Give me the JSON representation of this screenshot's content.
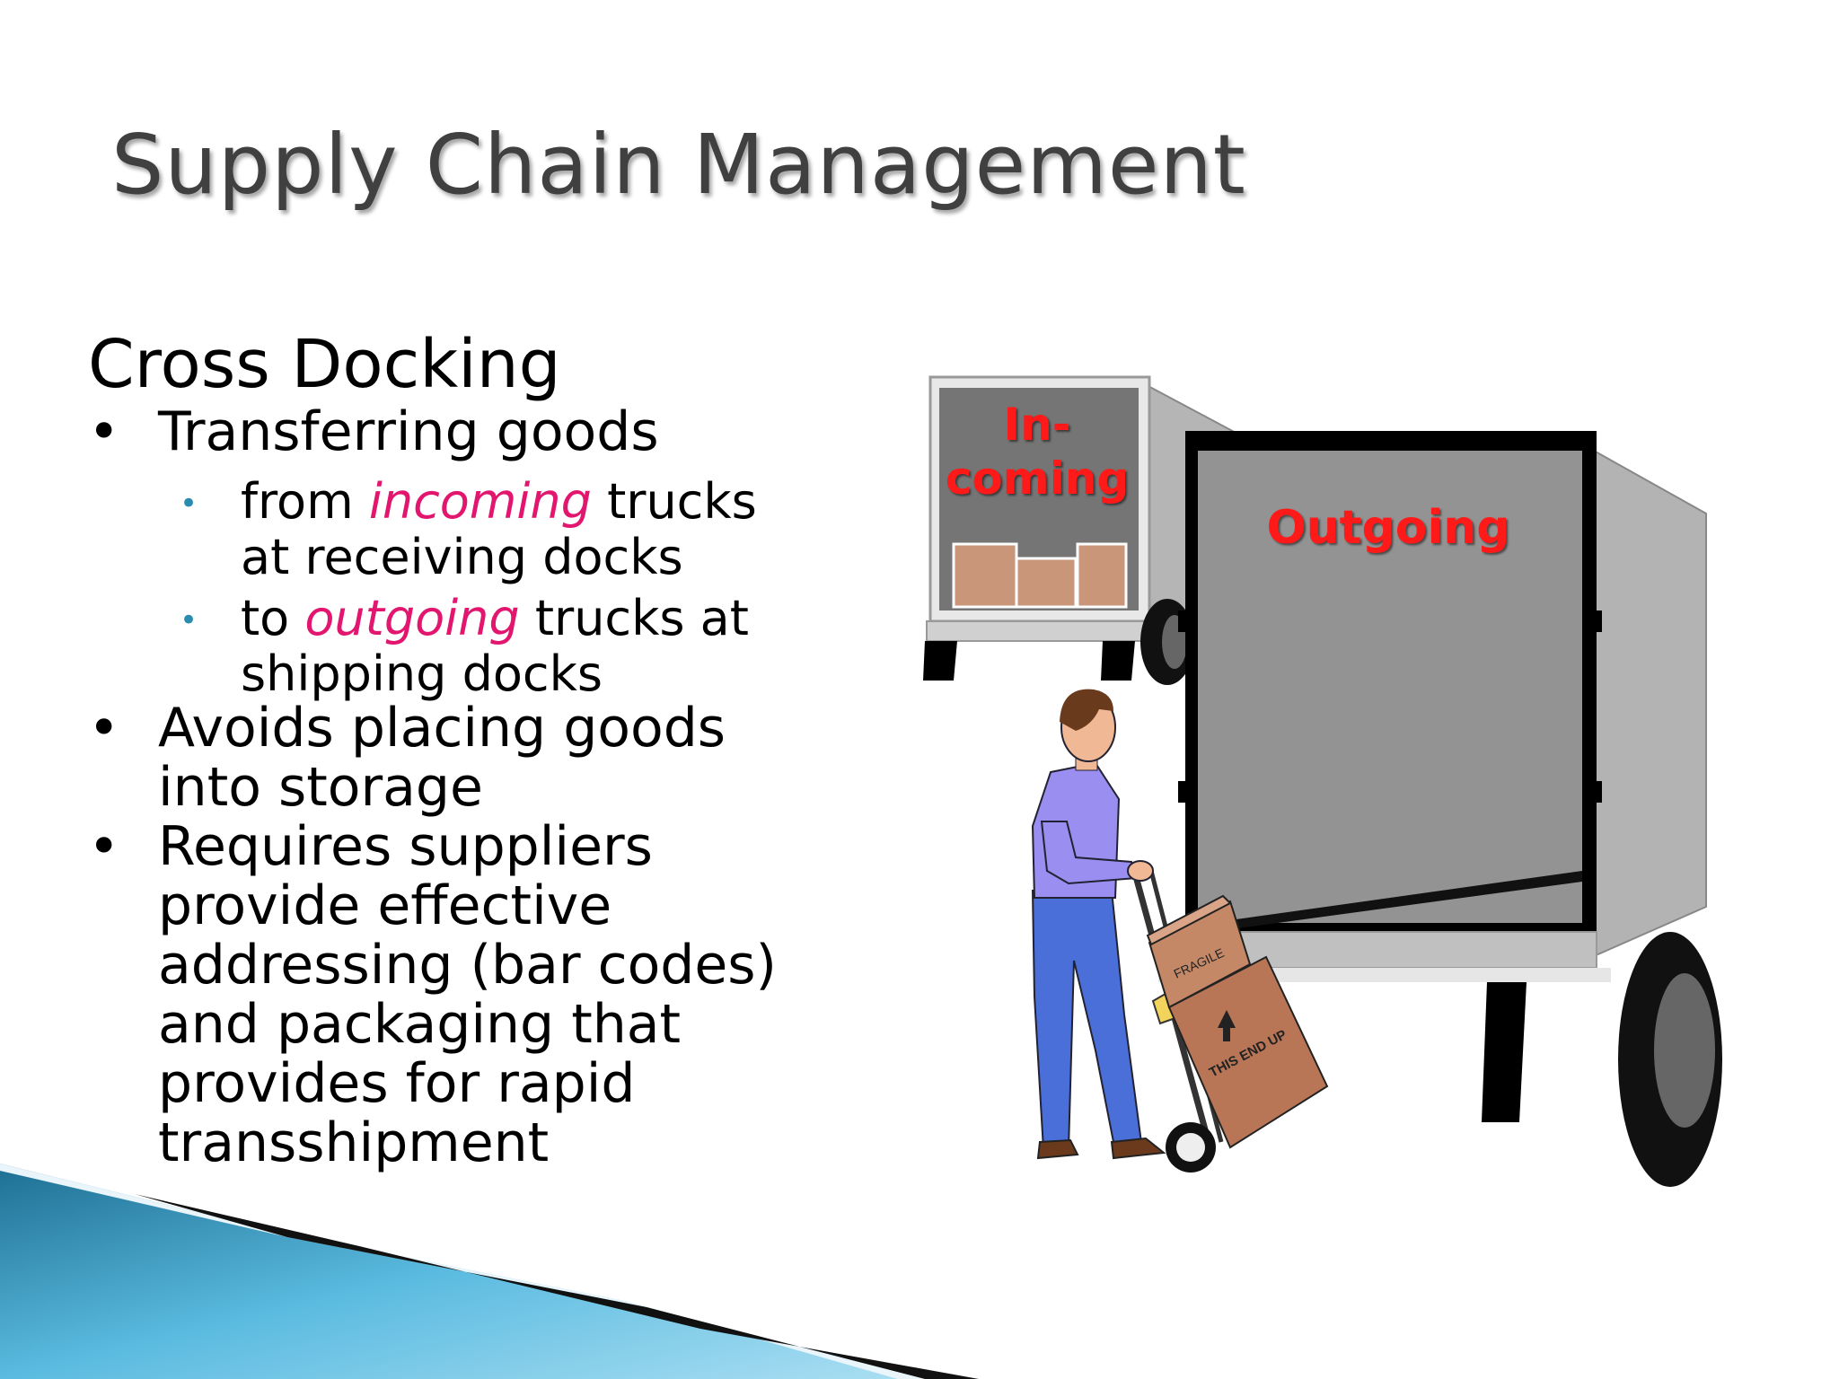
{
  "title": "Supply Chain Management",
  "content": {
    "heading": "Cross Docking",
    "bullet_1": "Transferring goods",
    "sub_1": {
      "prefix": "from ",
      "emphasis": "incoming",
      "suffix": " trucks",
      "line2": "at receiving docks"
    },
    "sub_2": {
      "prefix": "to ",
      "emphasis": "outgoing",
      "suffix": " trucks at",
      "line2": "shipping docks"
    },
    "bullet_2": [
      "Avoids placing goods",
      "into storage"
    ],
    "bullet_3": [
      "Requires suppliers",
      "provide effective",
      "addressing (bar codes)",
      "and packaging that",
      "provides for rapid",
      "transshipment"
    ]
  },
  "illustration": {
    "incoming_label": [
      "In-",
      "coming"
    ],
    "outgoing_label": "Outgoing",
    "box_label_fragile": "FRAGILE",
    "box_label_this_end_up": "THIS END UP"
  },
  "colors": {
    "title": "#404040",
    "emphasis": "#e2166e",
    "sub_bullet": "#2a8bb0",
    "truck_label": "#ff1a1a"
  }
}
